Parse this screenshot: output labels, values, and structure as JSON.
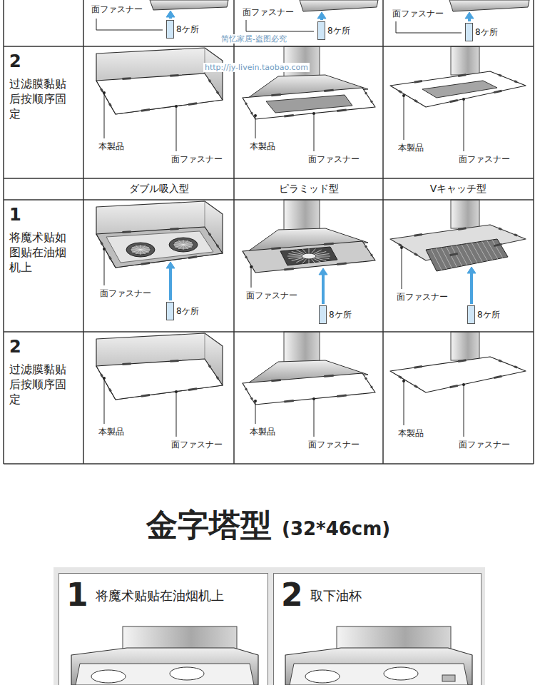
{
  "diagram": {
    "title": "金字塔型",
    "nodes": [
      {
        "text": [
          "8ケ所"
        ]
      },
      {
        "text": [
          "8ケ所"
        ]
      },
      {
        "text": [
          "8ケ所"
        ]
      },
      {
        "text": [
          "8ケ所"
        ]
      },
      {
        "text": [
          "8ケ所"
        ]
      },
      {
        "text": [
          "8ケ所"
        ]
      },
      {
        "text": [
          "1",
          "将魔术贴贴在油烟机上"
        ]
      },
      {
        "text": [
          "2",
          "取下油杯"
        ]
      }
    ],
    "labels": [
      "面ファスナー",
      "面ファスナー",
      "面ファスナー",
      "简忆家居-盗图必究",
      "http://jy-livein.taobao.com",
      "2",
      "过滤膜黏贴后按顺序固定",
      "本製品",
      "面ファスナー",
      "本製品",
      "面ファスナー",
      "本製品",
      "面ファスナー",
      "ダブル吸入型",
      "ピラミッド型",
      "Vキャッチ型",
      "1",
      "将魔术贴如图贴在油烟机上",
      "面ファスナー",
      "面ファスナー",
      "面ファスナー",
      "2",
      "过滤膜黏贴后按顺序固定",
      "本製品",
      "面ファスナー",
      "本製品",
      "面ファスナー",
      "本製品",
      "面ファスナー",
      "(32*46cm)"
    ]
  }
}
